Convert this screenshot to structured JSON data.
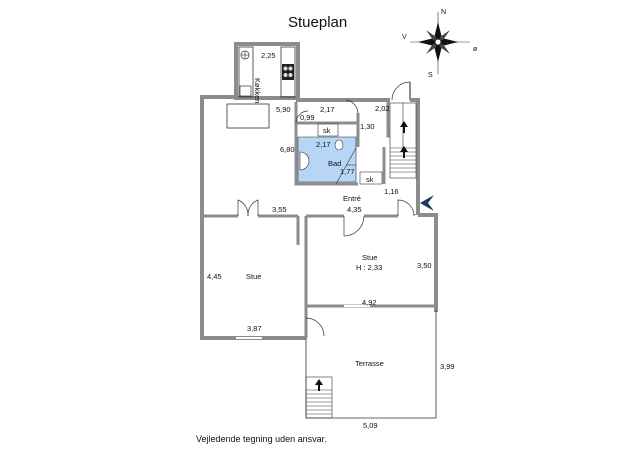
{
  "title": "Stueplan",
  "disclaimer": "Vejledende tegning uden ansvar.",
  "compass": {
    "north": "N",
    "east": "ø",
    "south": "S",
    "west": "V"
  },
  "rooms": {
    "kitchen": "Køkken",
    "bath": "Bad",
    "entry": "Entré",
    "living_upper": "Stue",
    "living_upper_height": "H : 2,33",
    "living_lower": "Stue",
    "terrace": "Terrasse",
    "closet_1": "sk",
    "closet_2": "sk"
  },
  "dimensions": {
    "kitchen_width": "2,25",
    "kitchen_length": "5,90",
    "hall_width": "2,17",
    "hall_depth": "0,99",
    "stair_width": "2,02",
    "stair_depth": "1,30",
    "bath_width": "2,17",
    "bath_depth": "1,77",
    "upper_room_height": "6,80",
    "entry_step": "1,16",
    "upper_room_width": "3,55",
    "entry_width": "4,35",
    "living_depth_left": "4,45",
    "living_depth_right": "3,50",
    "living_width_left": "3,87",
    "living_width_right": "4,92",
    "terrace_depth": "3,99",
    "terrace_width": "5,09"
  },
  "colors": {
    "wall": "#8c8c8c",
    "bath_fill": "#b7d5f5",
    "entry_arrow": "#1c3a66"
  }
}
